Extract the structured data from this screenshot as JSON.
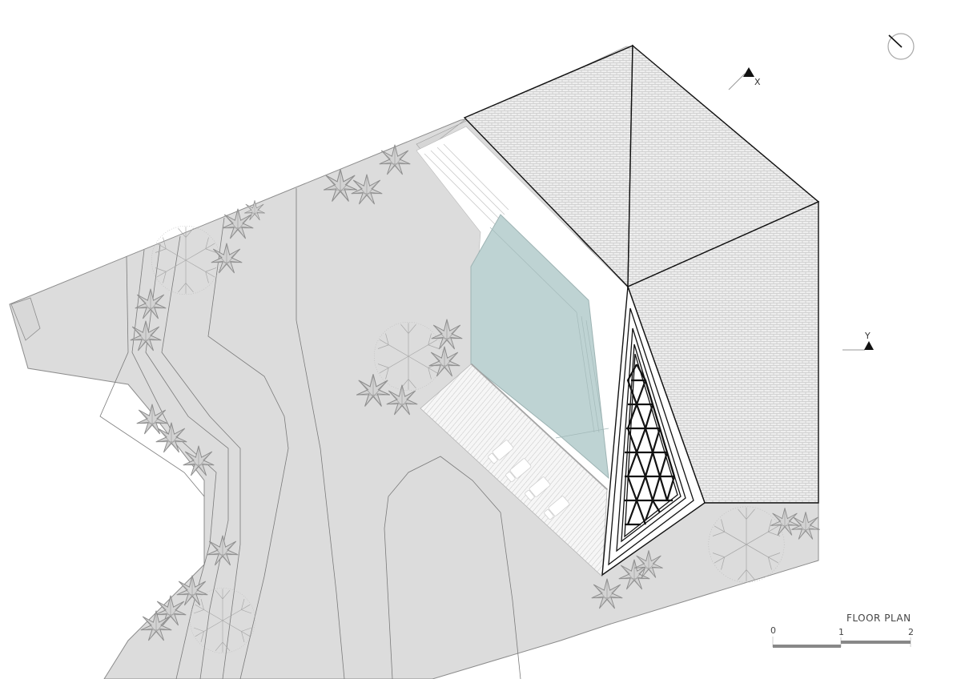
{
  "drawing": {
    "title": "FLOOR PLAN",
    "colors": {
      "background": "#ffffff",
      "site": "#dcdcdc",
      "site_stroke": "#8c8c8c",
      "contour": "#7a7a7a",
      "roof_fill": "#eeeeee",
      "roof_pattern": "#c8c8c8",
      "roof_stroke": "#111111",
      "pool": "#bdd2d2",
      "pool_edge": "#9db3b3",
      "deck": "#f4f4f4",
      "deck_slat": "#cfcfcf",
      "terrace": "#ffffff",
      "vegetation": "#8a8a8a",
      "window_frame": "#111111"
    }
  },
  "scale_bar": {
    "title": "FLOOR PLAN",
    "ticks": [
      "0",
      "1",
      "2"
    ]
  },
  "section_markers": {
    "x": {
      "label": "X"
    },
    "y": {
      "label": "Y"
    }
  },
  "north_arrow": {
    "icon": "north-arrow-icon"
  },
  "elements": {
    "roof": "hip-roof",
    "pool": "infinity-pool",
    "deck": "timber-deck",
    "loungers": 4,
    "skylight": "triangular-lattice-skylight"
  }
}
